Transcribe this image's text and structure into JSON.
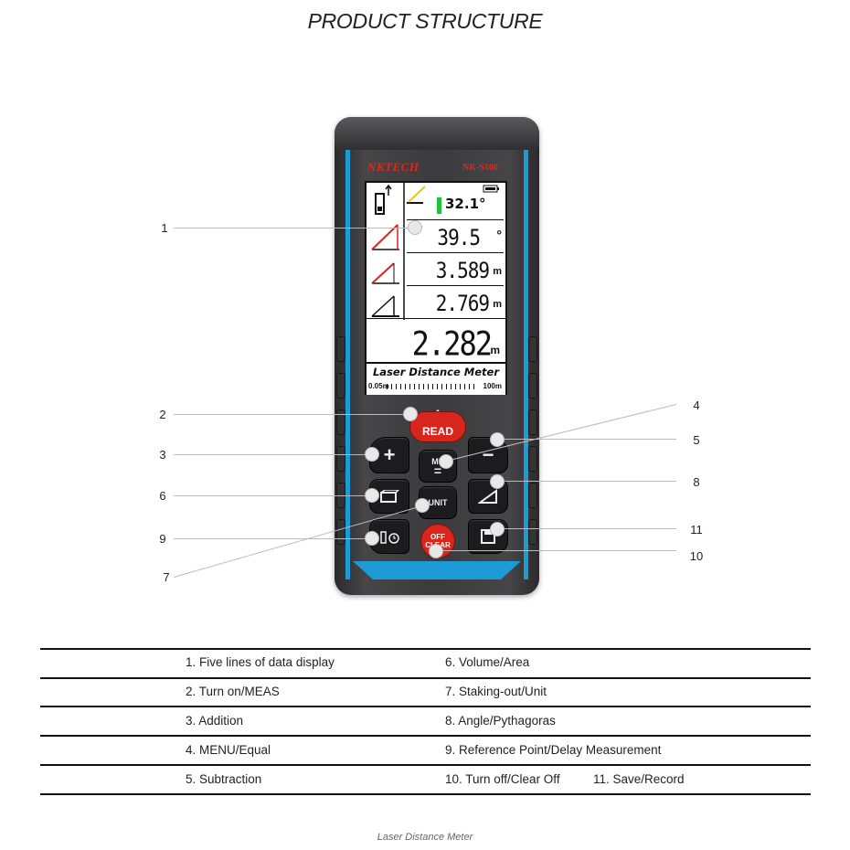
{
  "title": "PRODUCT STRUCTURE",
  "footer": "Laser Distance Meter",
  "device": {
    "brand": "NKTECH",
    "model": "NK-S100",
    "screen": {
      "angle": "32.1°",
      "line1": "39.5",
      "line1_unit": "°",
      "line2": "3.589",
      "line2_unit": "m",
      "line3": "2.769",
      "line3_unit": "m",
      "main": "2.282",
      "main_unit": "m",
      "banner": "Laser Distance Meter",
      "range_min": "0.05m",
      "range_max": "100m"
    },
    "buttons": {
      "read": "READ",
      "menu": "ME",
      "equal": "=",
      "unit": "UNIT",
      "off": "OFF",
      "clear": "CLEAR"
    }
  },
  "callouts": [
    "1",
    "2",
    "3",
    "4",
    "5",
    "6",
    "7",
    "8",
    "9",
    "10",
    "11"
  ],
  "legend": [
    [
      "1. Five lines of data display",
      "6. Volume/Area",
      ""
    ],
    [
      "2. Turn on/MEAS",
      "7. Staking-out/Unit",
      ""
    ],
    [
      "3. Addition",
      "8. Angle/Pythagoras",
      ""
    ],
    [
      "4. MENU/Equal",
      "9. Reference Point/Delay Measurement",
      ""
    ],
    [
      "5. Subtraction",
      "10. Turn off/Clear Off",
      "11. Save/Record"
    ]
  ],
  "colors": {
    "accent_blue": "#1e9bd7",
    "button_red": "#d9261c",
    "brand_red": "#e0261a",
    "body": "#3b3b3e"
  }
}
